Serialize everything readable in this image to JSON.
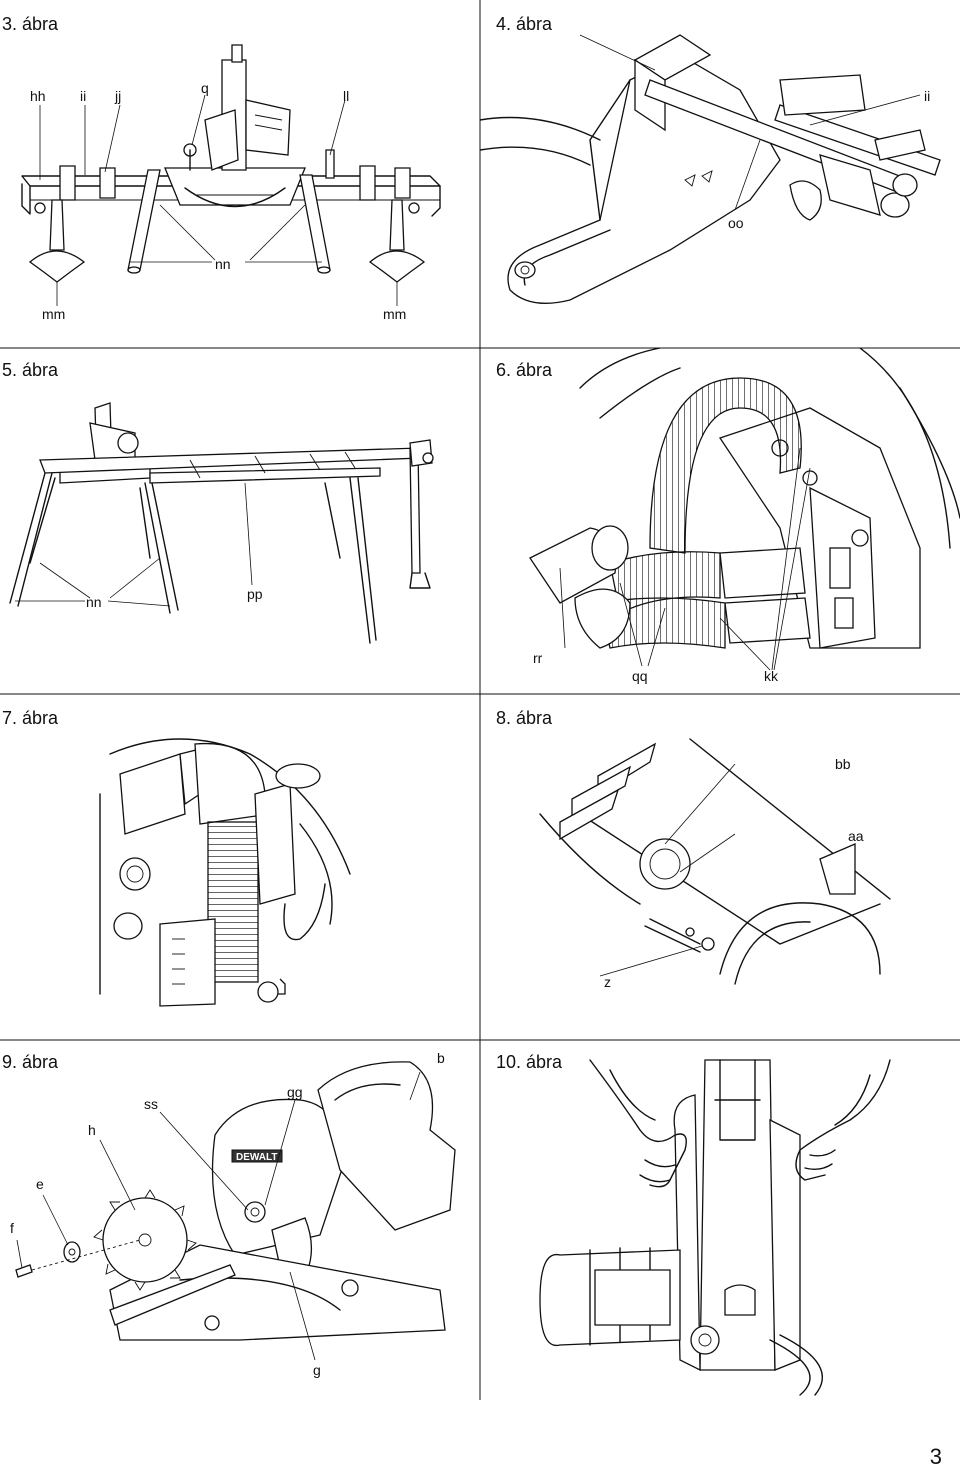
{
  "page_number": "3",
  "figures": [
    {
      "id": "fig3",
      "title": "3. ábra",
      "labels": [
        "hh",
        "ii",
        "jj",
        "q",
        "ll",
        "nn",
        "mm",
        "mm"
      ]
    },
    {
      "id": "fig4",
      "title": "4. ábra",
      "labels": [
        "ii",
        "oo"
      ]
    },
    {
      "id": "fig5",
      "title": "5. ábra",
      "labels": [
        "nn",
        "pp"
      ]
    },
    {
      "id": "fig6",
      "title": "6. ábra",
      "labels": [
        "rr",
        "qq",
        "kk"
      ]
    },
    {
      "id": "fig7",
      "title": "7. ábra",
      "labels": []
    },
    {
      "id": "fig8",
      "title": "8. ábra",
      "labels": [
        "bb",
        "aa",
        "z"
      ]
    },
    {
      "id": "fig9",
      "title": "9. ábra",
      "labels": [
        "b",
        "gg",
        "ss",
        "h",
        "e",
        "f",
        "g"
      ],
      "brand": "DEWALT"
    },
    {
      "id": "fig10",
      "title": "10. ábra",
      "labels": []
    }
  ]
}
